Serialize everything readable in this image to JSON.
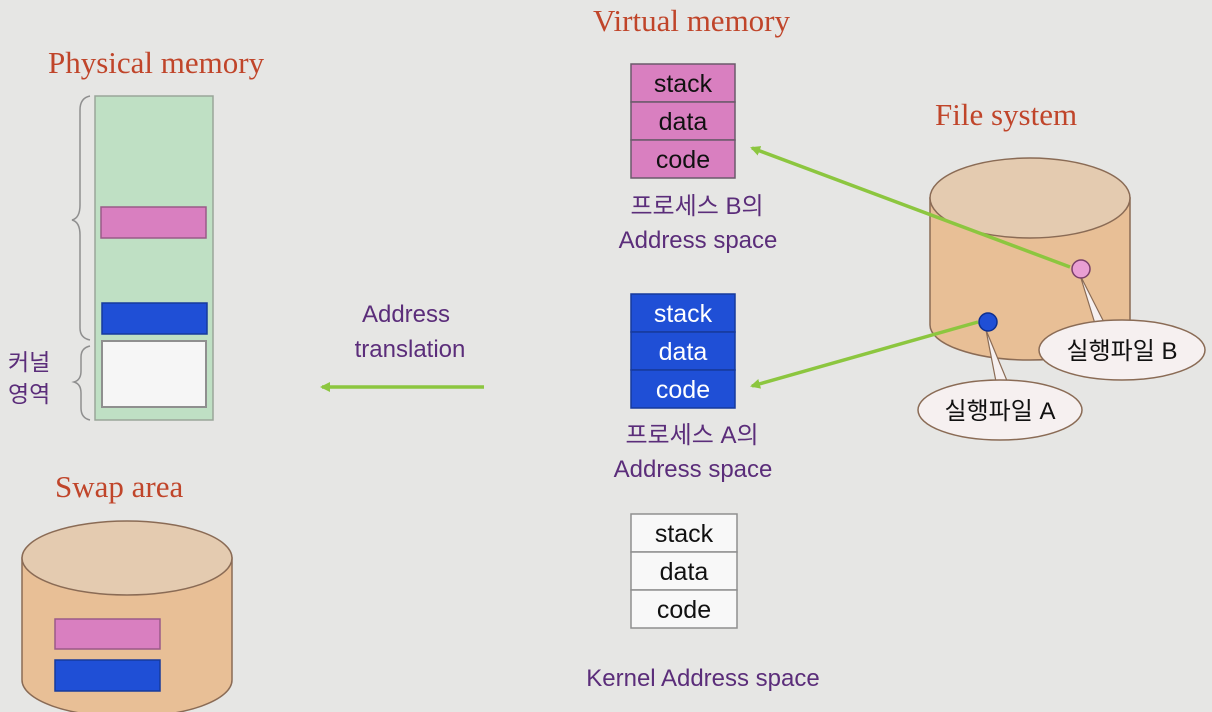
{
  "titles": {
    "physical_memory": "Physical memory",
    "virtual_memory": "Virtual memory",
    "file_system": "File system",
    "swap_area": "Swap area"
  },
  "kernel_region_label": [
    "커널",
    "영역"
  ],
  "address_translation": [
    "Address",
    "translation"
  ],
  "segment_labels": [
    "stack",
    "data",
    "code"
  ],
  "process_b": {
    "label_line1": "프로세스 B의",
    "label_line2": "Address space"
  },
  "process_a": {
    "label_line1": "프로세스 A의",
    "label_line2": "Address space"
  },
  "kernel_space": {
    "label": "Kernel Address space"
  },
  "callouts": {
    "file_b": "실행파일 B",
    "file_a": "실행파일 A"
  },
  "colors": {
    "title_red": "#c0452a",
    "label_purple": "#5b2d7a",
    "process_b_pink": "#d97fc0",
    "process_a_blue": "#1f4fd6",
    "physical_memory_green": "#bfe0c4",
    "disk_tan": "#e8bf96",
    "disk_top": "#e4cbb0",
    "arrow_green": "#8cc63f"
  }
}
